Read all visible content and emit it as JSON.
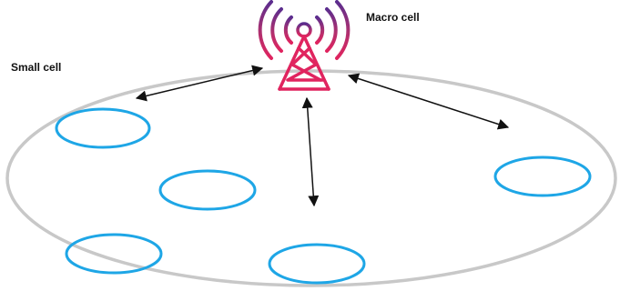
{
  "labels": {
    "macro_cell": "Macro cell",
    "small_cell": "Small cell"
  },
  "colors": {
    "network_boundary": "#c8c8c8",
    "coverage_ring": "#1ea6e6",
    "arrow": "#111111"
  },
  "towers": [
    {
      "id": "macro",
      "type": "macro-cell",
      "icon": "macro-cell-tower-icon"
    },
    {
      "id": "small-1",
      "type": "small-cell",
      "icon": "small-cell-tower-icon",
      "linked_to_macro": true
    },
    {
      "id": "small-2",
      "type": "small-cell",
      "icon": "small-cell-tower-icon",
      "linked_to_macro": false
    },
    {
      "id": "small-3",
      "type": "small-cell",
      "icon": "small-cell-tower-icon",
      "linked_to_macro": false
    },
    {
      "id": "small-4",
      "type": "small-cell",
      "icon": "small-cell-tower-icon",
      "linked_to_macro": true
    },
    {
      "id": "small-5",
      "type": "small-cell",
      "icon": "small-cell-tower-icon",
      "linked_to_macro": true
    }
  ]
}
